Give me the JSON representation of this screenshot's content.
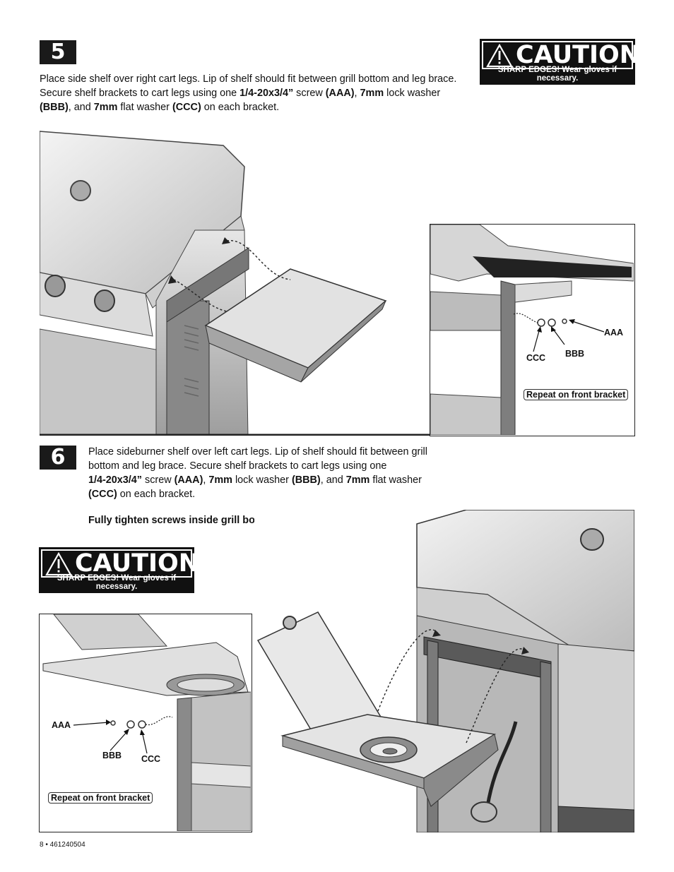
{
  "step5": {
    "number": "5",
    "text_parts": [
      {
        "t": "Place side shelf over right cart legs. Lip of shelf should fit between grill bottom and leg brace.",
        "b": false,
        "br": true
      },
      {
        "t": "Secure shelf brackets to cart legs using one ",
        "b": false
      },
      {
        "t": "1/4-20x3/4”",
        "b": true
      },
      {
        "t": " screw ",
        "b": false
      },
      {
        "t": "(AAA)",
        "b": true
      },
      {
        "t": ", ",
        "b": false
      },
      {
        "t": "7mm",
        "b": true
      },
      {
        "t": " lock washer",
        "b": false,
        "br": true
      },
      {
        "t": "(BBB)",
        "b": true
      },
      {
        "t": ", and ",
        "b": false
      },
      {
        "t": "7mm",
        "b": true
      },
      {
        "t": " flat washer ",
        "b": false
      },
      {
        "t": "(CCC)",
        "b": true
      },
      {
        "t": " on each bracket.",
        "b": false
      }
    ],
    "caution": {
      "word": "CAUTION",
      "sub": "SHARP EDGES! Wear gloves if necessary."
    },
    "detail": {
      "aaa": "AAA",
      "bbb": "BBB",
      "ccc": "CCC",
      "repeat": "Repeat on front bracket"
    }
  },
  "step6": {
    "number": "6",
    "text_parts": [
      {
        "t": "Place sideburner shelf over left cart legs. Lip of shelf should fit between grill",
        "b": false,
        "br": true
      },
      {
        "t": "bottom and leg brace. Secure shelf brackets to cart legs using one",
        "b": false,
        "br": true
      },
      {
        "t": "1/4-20x3/4”",
        "b": true
      },
      {
        "t": " screw ",
        "b": false
      },
      {
        "t": "(AAA)",
        "b": true
      },
      {
        "t": ", ",
        "b": false
      },
      {
        "t": "7mm",
        "b": true
      },
      {
        "t": " lock washer ",
        "b": false
      },
      {
        "t": "(BBB)",
        "b": true
      },
      {
        "t": ", and ",
        "b": false
      },
      {
        "t": "7mm",
        "b": true
      },
      {
        "t": " flat washer",
        "b": false,
        "br": true
      },
      {
        "t": "(CCC)",
        "b": true
      },
      {
        "t": " on each bracket.",
        "b": false
      }
    ],
    "note": "Fully tighten screws inside grill bottom at this time.",
    "caution": {
      "word": "CAUTION",
      "sub": "SHARP EDGES! Wear gloves if necessary."
    },
    "detail": {
      "aaa": "AAA",
      "bbb": "BBB",
      "ccc": "CCC",
      "repeat": "Repeat on front bracket"
    }
  },
  "footer": "8  •  461240504"
}
